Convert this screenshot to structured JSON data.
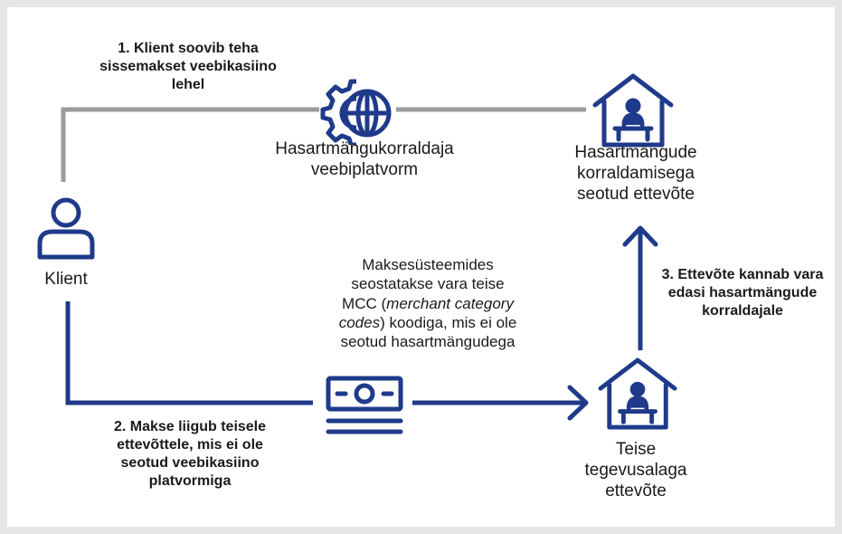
{
  "colors": {
    "primary": "#1f3a8a",
    "connector_gray": "#9b9b9b",
    "background": "#ffffff",
    "frame": "#e5e5e5",
    "text": "#1a1a1a"
  },
  "nodes": {
    "client": {
      "label": "Klient",
      "icon": "person-icon"
    },
    "platform": {
      "label": "Hasartmängukorraldaja\nveebiplatvorm",
      "icon": "gear-globe-icon"
    },
    "gambling_company": {
      "label": "Hasartmängude\nkorraldamisega\nseotud ettevõte",
      "icon": "office-building-icon"
    },
    "other_company": {
      "label": "Teise\ntegevusalaga\nettevõte",
      "icon": "office-building-icon"
    },
    "payment": {
      "icon": "money-bills-icon"
    }
  },
  "steps": {
    "step1": "1. Klient soovib teha\nsissemakset veebikasiino\nlehel",
    "step2": "2. Makse liigub teisele\nettevõttele, mis ei ole\nseotud veebikasiino\nplatvormiga",
    "step3": "3. Ettevõte kannab vara\nedasi hasartmängude\nkorraldajale"
  },
  "note": {
    "part1": "Maksesüsteemides\nseostatakse vara teise\nMCC (",
    "italic1": "merchant category",
    "italic2": "codes",
    "part2": ") koodiga, mis ei ole\nseotud hasartmängudega"
  }
}
